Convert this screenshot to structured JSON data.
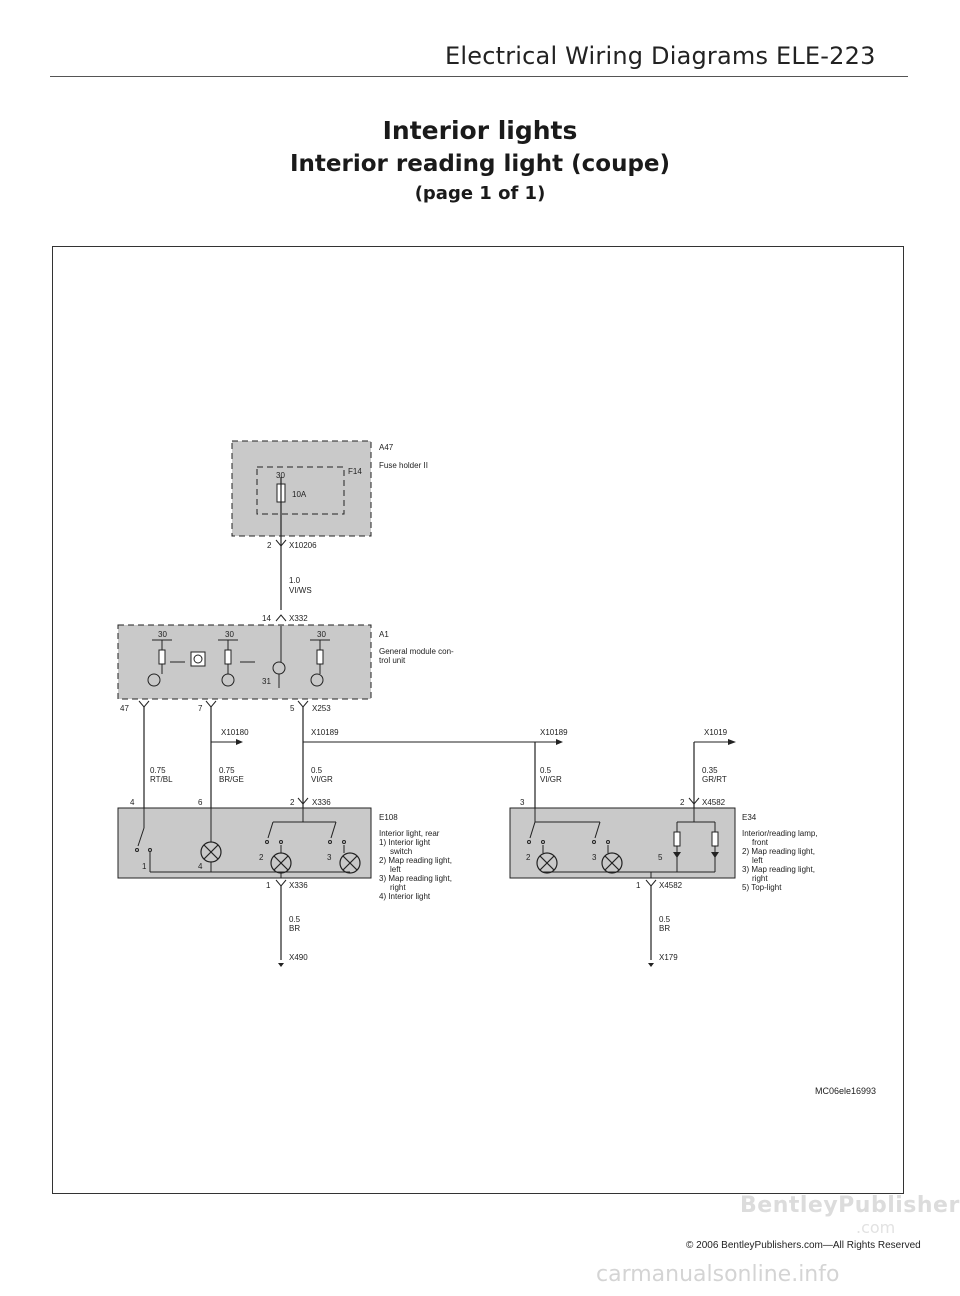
{
  "header": {
    "running_title": "Electrical Wiring Diagrams   ELE-223"
  },
  "titles": {
    "main": "Interior lights",
    "sub": "Interior reading light (coupe)",
    "page": "(page 1 of 1)"
  },
  "diagram": {
    "a47": {
      "id": "A47",
      "desc": "Fuse holder II",
      "fuse_pin": "30",
      "fuse_id": "F14",
      "fuse_rating": "10A"
    },
    "x10206": {
      "pin": "2",
      "id": "X10206"
    },
    "wire1": {
      "size": "1.0",
      "color": "VI/WS"
    },
    "x332": {
      "pin": "14",
      "id": "X332"
    },
    "a1": {
      "id": "A1",
      "desc_l1": "General module con-",
      "desc_l2": "trol unit",
      "pins_30": [
        "30",
        "30",
        "30"
      ],
      "pin_31": "31"
    },
    "a1_pins": {
      "p47": "47",
      "p7": "7",
      "p5": "5",
      "x253": "X253"
    },
    "x10180": "X10180",
    "x10189_a": "X10189",
    "x10189_b": "X10189",
    "x1019": "X1019",
    "wires_mid": [
      {
        "size": "0.75",
        "color": "RT/BL"
      },
      {
        "size": "0.75",
        "color": "BR/GE"
      },
      {
        "size": "0.5",
        "color": "VI/GR"
      },
      {
        "size": "0.5",
        "color": "VI/GR"
      },
      {
        "size": "0.35",
        "color": "GR/RT"
      }
    ],
    "e108_pins_top": {
      "p4": "4",
      "p6": "6",
      "p2": "2",
      "x336": "X336"
    },
    "e34_pins_top": {
      "p3": "3",
      "p2": "2",
      "x4582": "X4582"
    },
    "e108": {
      "id": "E108",
      "lines": [
        "Interior light, rear",
        "1) Interior light",
        "switch",
        "2) Map reading light,",
        "left",
        "3) Map reading light,",
        "right",
        "4) Interior light"
      ],
      "inner_labels": [
        "1",
        "4",
        "2",
        "3"
      ]
    },
    "e34": {
      "id": "E34",
      "lines": [
        "Interior/reading lamp,",
        "front",
        "2) Map reading light,",
        "left",
        "3) Map reading light,",
        "right",
        "5) Top-light"
      ],
      "inner_labels": [
        "2",
        "3",
        "5"
      ]
    },
    "x336_bottom": {
      "pin": "1",
      "id": "X336"
    },
    "x4582_bottom": {
      "pin": "1",
      "id": "X4582"
    },
    "ground_wire_left": {
      "size": "0.5",
      "color": "BR"
    },
    "ground_wire_right": {
      "size": "0.5",
      "color": "BR"
    },
    "ground_left": "X490",
    "ground_right": "X179",
    "figure_code": "MC06ele16993"
  },
  "footer": {
    "brand": "BentleyPublishers",
    "brand_suffix": ".com",
    "copyright": "© 2006 BentleyPublishers.com—All Rights Reserved",
    "watermark": "carmanualsonline.info"
  },
  "colors": {
    "module_fill": "#c9c9c9",
    "line": "#222222"
  }
}
